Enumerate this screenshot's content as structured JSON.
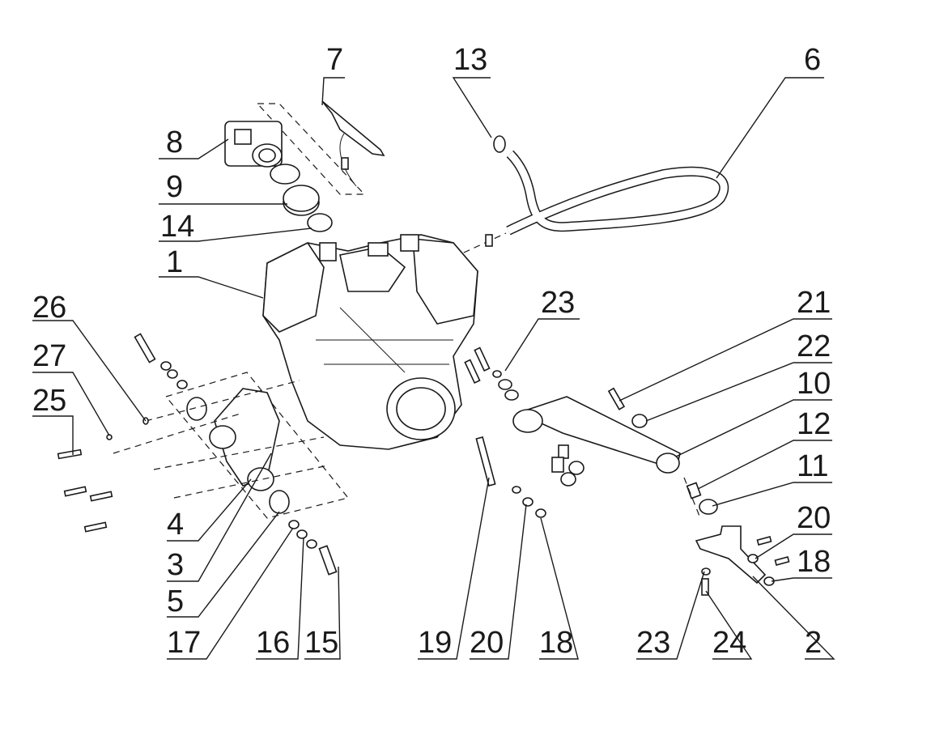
{
  "callouts": [
    {
      "id": "c1",
      "label": "1"
    },
    {
      "id": "c2",
      "label": "2"
    },
    {
      "id": "c3",
      "label": "3"
    },
    {
      "id": "c4",
      "label": "4"
    },
    {
      "id": "c5",
      "label": "5"
    },
    {
      "id": "c6",
      "label": "6"
    },
    {
      "id": "c7",
      "label": "7"
    },
    {
      "id": "c8",
      "label": "8"
    },
    {
      "id": "c9",
      "label": "9"
    },
    {
      "id": "c10",
      "label": "10"
    },
    {
      "id": "c11",
      "label": "11"
    },
    {
      "id": "c12",
      "label": "12"
    },
    {
      "id": "c13",
      "label": "13"
    },
    {
      "id": "c14",
      "label": "14"
    },
    {
      "id": "c15",
      "label": "15"
    },
    {
      "id": "c16",
      "label": "16"
    },
    {
      "id": "c17",
      "label": "17"
    },
    {
      "id": "c18a",
      "label": "18"
    },
    {
      "id": "c18b",
      "label": "18"
    },
    {
      "id": "c19",
      "label": "19"
    },
    {
      "id": "c20a",
      "label": "20"
    },
    {
      "id": "c20b",
      "label": "20"
    },
    {
      "id": "c21",
      "label": "21"
    },
    {
      "id": "c22",
      "label": "22"
    },
    {
      "id": "c23a",
      "label": "23"
    },
    {
      "id": "c23b",
      "label": "23"
    },
    {
      "id": "c24",
      "label": "24"
    },
    {
      "id": "c25",
      "label": "25"
    },
    {
      "id": "c26",
      "label": "26"
    },
    {
      "id": "c27",
      "label": "27"
    }
  ]
}
